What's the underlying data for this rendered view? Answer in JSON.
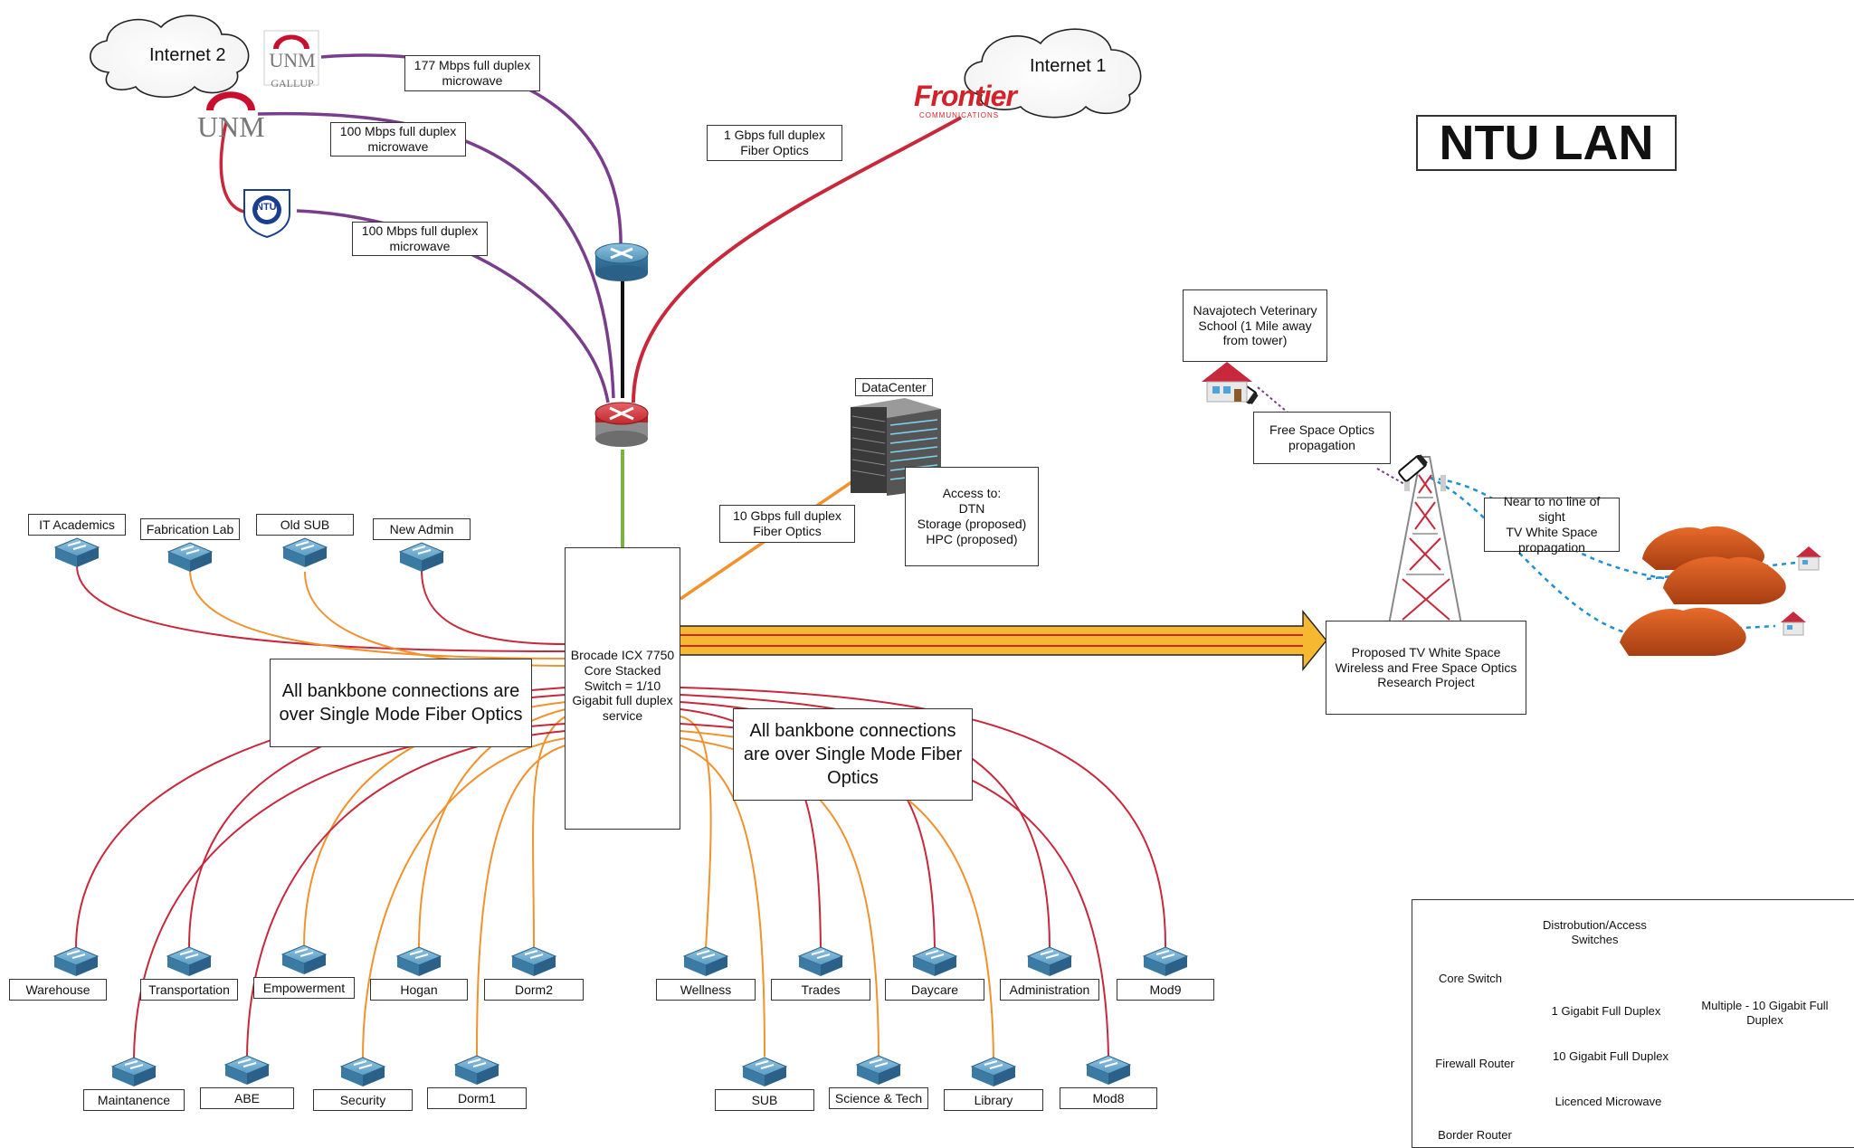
{
  "title": "NTU LAN",
  "clouds": {
    "internet2": "Internet 2",
    "internet1": "Internet 1"
  },
  "logos": {
    "unm_gallup_top": "UNM",
    "unm_gallup_bottom": "GALLUP",
    "unm": "UNM",
    "frontier": "Frontier",
    "frontier_sub": "COMMUNICATIONS",
    "ntu_badge": "NTU"
  },
  "links": {
    "l177": "177 Mbps full duplex\nmicrowave",
    "l100a": "100 Mbps full duplex\nmicrowave",
    "l100b": "100 Mbps full duplex\nmicrowave",
    "l1g": "1 Gbps full duplex\nFiber Optics",
    "l10g": "10 Gbps full duplex\nFiber Optics"
  },
  "datacenter": {
    "label": "DataCenter",
    "access": "Access to:\nDTN\nStorage (proposed)\nHPC (proposed)"
  },
  "core_switch_label": "Brocade ICX 7750\nCore Stacked\nSwitch = 1/10\nGigabit full duplex\nservice",
  "backbone_note_left": "All bankbone connections are over Single Mode Fiber Optics",
  "backbone_note_right": "All bankbone connections are over Single Mode Fiber Optics",
  "wireless": {
    "vet_school": "Navajotech Veterinary\nSchool (1 Mile away\nfrom tower)",
    "fso": "Free Space Optics\npropagation",
    "tvws": "Near to no line of sight\nTV White Space\npropagation",
    "project": "Proposed TV White Space\nWireless and Free Space Optics\nResearch Project"
  },
  "buildings_top": [
    "IT Academics",
    "Fabrication Lab",
    "Old SUB",
    "New Admin"
  ],
  "buildings_row1": [
    "Warehouse",
    "Transportation",
    "Empowerment",
    "Hogan",
    "Dorm2",
    "Wellness",
    "Trades",
    "Daycare",
    "Administration",
    "Mod9"
  ],
  "buildings_row2": [
    "Maintanence",
    "ABE",
    "Security",
    "Dorm1",
    "SUB",
    "Science & Tech",
    "Library",
    "Mod8"
  ],
  "legend": {
    "core_switch": "Core Switch",
    "dist_switches": "Distrobution/Access\nSwitches",
    "firewall": "Firewall Router",
    "border": "Border Router",
    "g1": "1 Gigabit Full Duplex",
    "g10": "10 Gigabit Full Duplex",
    "microwave": "Licenced Microwave",
    "multi10": "Multiple - 10 Gigabit\nFull Duplex"
  },
  "colors": {
    "gig1": "#c8283c",
    "gig10": "#f0922d",
    "microwave": "#7a3d8c",
    "multi10": "#79b443",
    "switch": "#4f8fb5",
    "firewall": "#c0282d",
    "arrow": "#f5b830"
  }
}
